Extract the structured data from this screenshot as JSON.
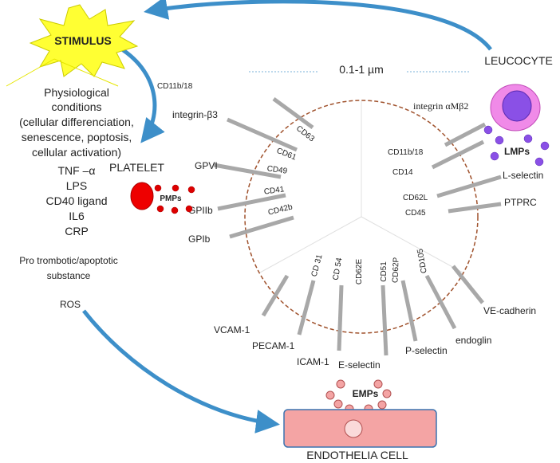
{
  "stimulus": {
    "label": "STIMULUS"
  },
  "conditions": {
    "lines": [
      "Physiological",
      "conditions",
      "(cellular differenciation,",
      "senescence, poptosis,",
      "cellular activation)"
    ],
    "factors": [
      "TNF –α",
      "LPS",
      "CD40 ligand",
      "IL6",
      "CRP"
    ],
    "pro_lines": [
      "Pro trombotic/apoptotic",
      "substance"
    ],
    "ros": "ROS"
  },
  "size_label": "0.1-1 µm",
  "platelet": {
    "label": "PLATELET",
    "particles_label": "PMPs",
    "markers_outer": [
      "CD11b/18",
      "integrin-β3",
      "GPVI",
      "GPIIb",
      "GPIb"
    ],
    "markers_inner": [
      "CD63",
      "CD61",
      "CD49",
      "CD41",
      "CD42b"
    ]
  },
  "leucocyte": {
    "label": "LEUCOCYTE",
    "particles_label": "LMPs",
    "markers_outer": [
      "integrin αMβ2",
      "L-selectin",
      "PTPRC"
    ],
    "markers_inner": [
      "CD11b/18",
      "CD14",
      "CD62L",
      "CD45"
    ]
  },
  "endothelia": {
    "label": "ENDOTHELIA CELL",
    "particles_label": "EMPs",
    "markers_outer": [
      "VCAM-1",
      "PECAM-1",
      "ICAM-1",
      "E-selectin",
      "P-selectin",
      "endoglin",
      "VE-cadherin"
    ],
    "markers_inner": [
      "CD 31",
      "CD 54",
      "CD62E",
      "CD51",
      "CD62P",
      "CD105"
    ]
  },
  "colors": {
    "stimulus_fill": "#ffff33",
    "arrow": "#3d8fc9",
    "circle": "#a0522d",
    "marker": "#a8a8a8",
    "platelet": "#ee0000",
    "leuco_outer": "#f08ae8",
    "leuco_inner": "#8a50e6",
    "endo_fill": "#f4a4a4",
    "endo_border": "#3a73b0"
  }
}
